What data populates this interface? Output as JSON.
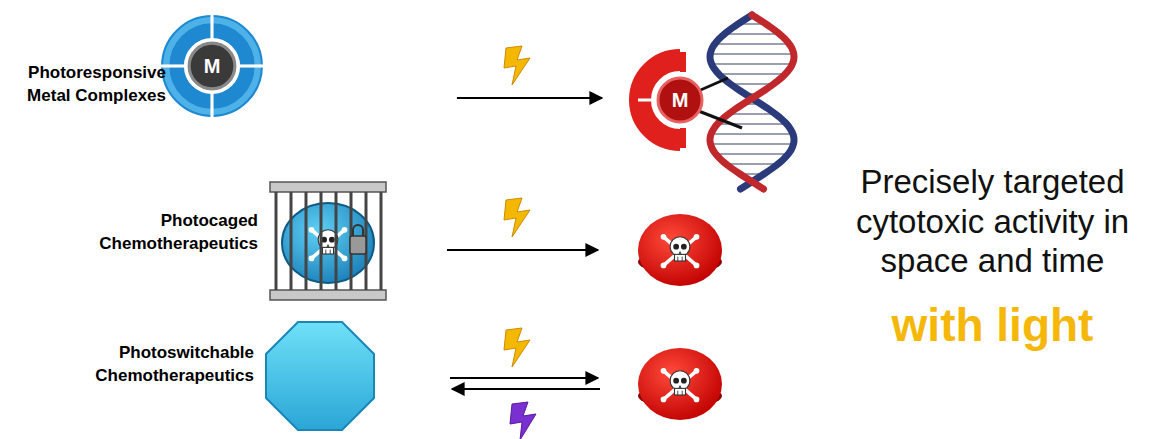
{
  "diagram": {
    "nodes": [
      {
        "text": [
          "M"
        ]
      },
      {
        "text": [
          "M"
        ]
      }
    ],
    "edges": [
      {
        "from": 0,
        "to": 1,
        "arrow": "to"
      }
    ],
    "labels": [
      "Photoresponsive Metal Complexes",
      "Photocaged Chemotherapeutics",
      "Photoswitchable Chemotherapeutics",
      "Precisely targeted cytotoxic activity in space and time",
      "with light"
    ]
  }
}
